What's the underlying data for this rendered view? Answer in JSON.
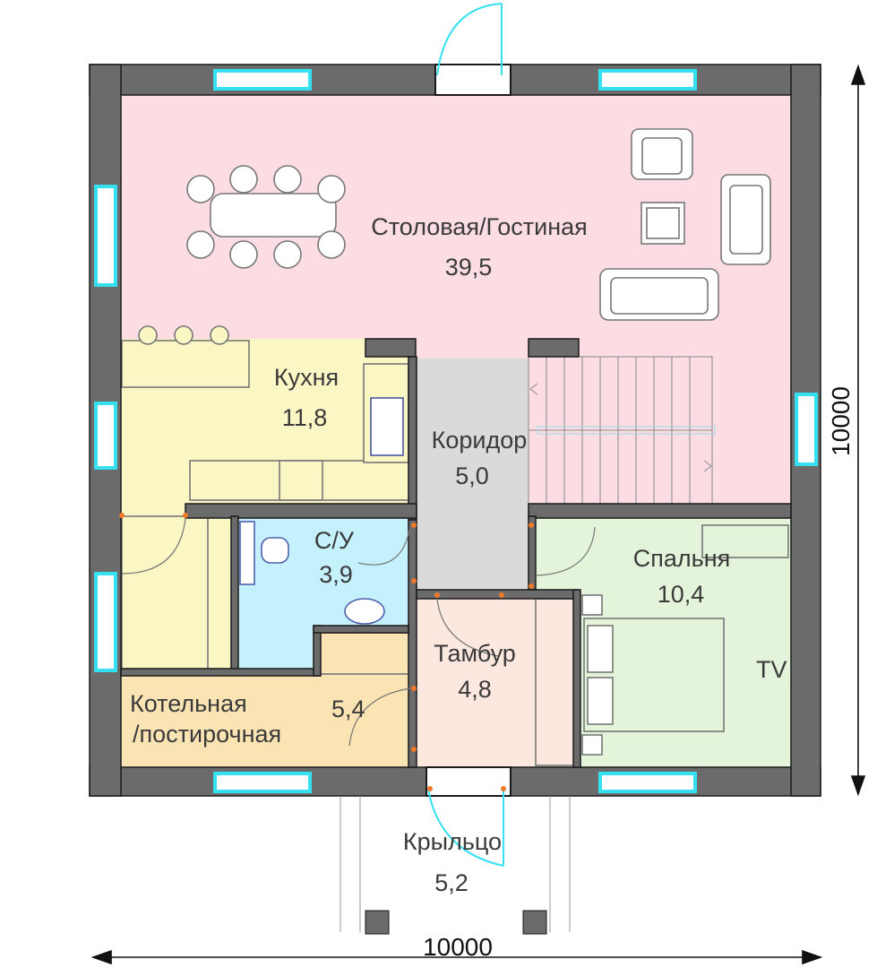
{
  "colors": {
    "wall": "#6b6b6b",
    "window": "#35e0f0",
    "living": "#fbdde3",
    "kitchen": "#fbf7c4",
    "bathroom": "#c4f1fb",
    "corridor": "#dadada",
    "vestibule": "#fde8df",
    "bedroom": "#e3f4da",
    "boiler": "#fbe4b4",
    "door_marker": "#f07a2a"
  },
  "rooms": {
    "living": {
      "name": "Столовая/Гостиная",
      "area": "39,5"
    },
    "kitchen": {
      "name": "Кухня",
      "area": "11,8"
    },
    "corridor": {
      "name": "Коридор",
      "area": "5,0"
    },
    "bathroom": {
      "name": "С/У",
      "area": "3,9"
    },
    "bedroom": {
      "name": "Спальня",
      "area": "10,4"
    },
    "vestibule": {
      "name": "Тамбур",
      "area": "4,8"
    },
    "boiler": {
      "name_line1": "Котельная",
      "name_line2": "/постирочная",
      "area": "5,4"
    },
    "porch": {
      "name": "Крыльцо",
      "area": "5,2"
    }
  },
  "labels": {
    "tv": "TV"
  },
  "dimensions": {
    "width": "10000",
    "height": "10000"
  }
}
